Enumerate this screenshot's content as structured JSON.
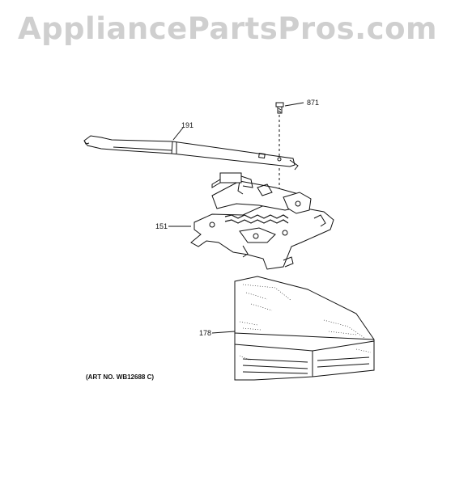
{
  "watermark": "AppliancePartsPros.com",
  "callouts": {
    "screw": "871",
    "handle": "191",
    "latch_assembly": "151",
    "insulation": "178"
  },
  "art_number": "(ART NO. WB12688 C)",
  "colors": {
    "line": "#111111",
    "watermark": "#cfcfcf",
    "background": "#ffffff"
  }
}
